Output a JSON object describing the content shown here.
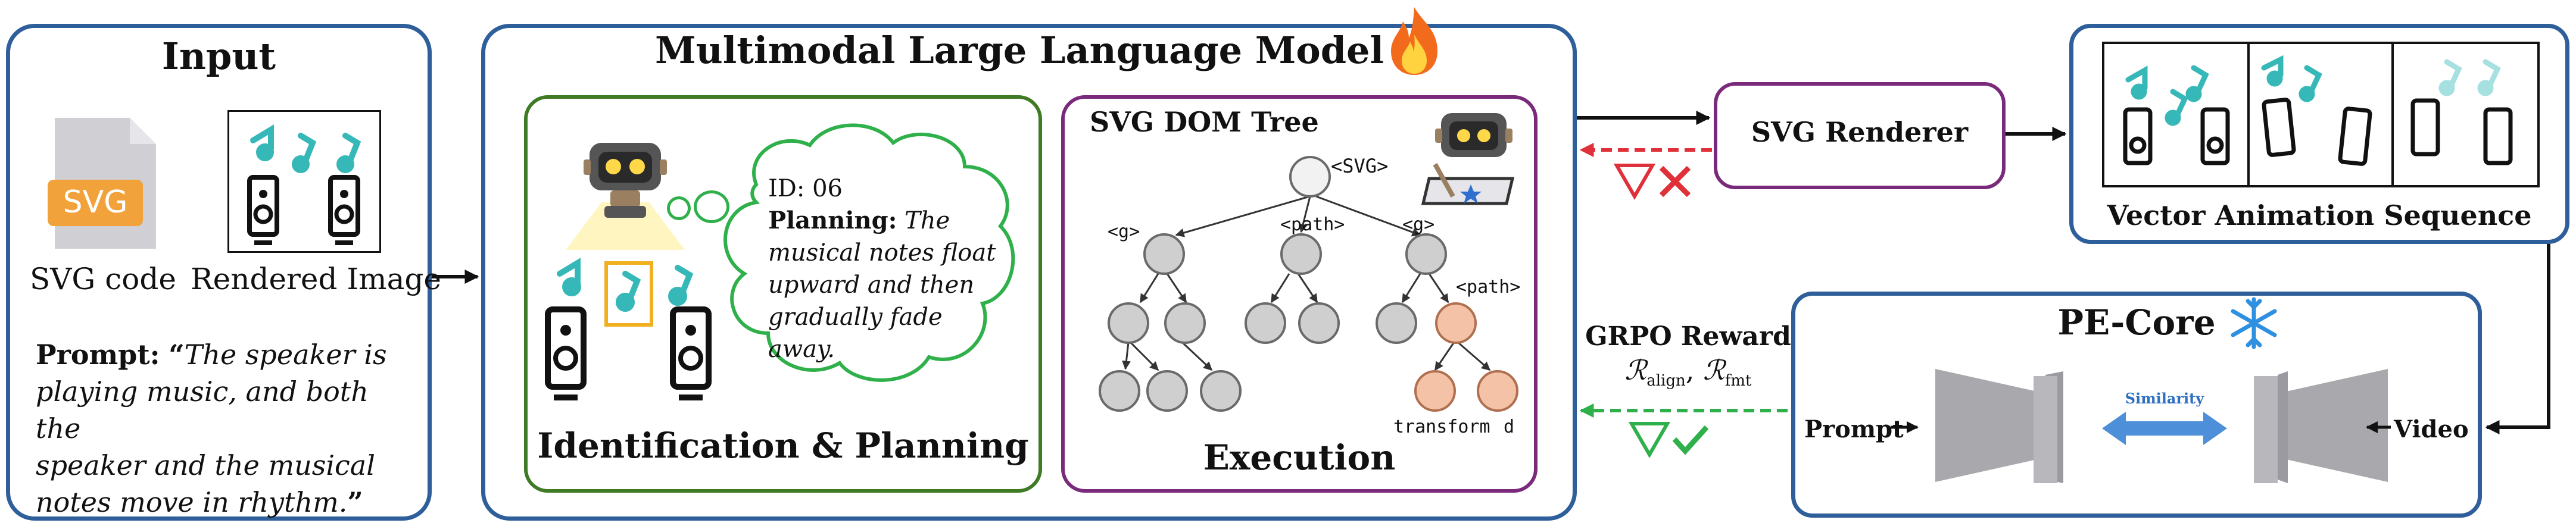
{
  "input": {
    "title": "Input",
    "svg_badge": "SVG",
    "svg_caption": "SVG code",
    "image_caption": "Rendered Image",
    "prompt_label": "Prompt:",
    "prompt_open_quote": "“",
    "prompt_lines": [
      "The speaker is",
      "playing music, and both the",
      "speaker and the musical",
      "notes move in rhythm."
    ],
    "prompt_close_quote": "”"
  },
  "mllm": {
    "title": "Multimodal Large Language Model",
    "planning": {
      "title": "Identification & Planning",
      "bubble_id": "ID: 06",
      "bubble_label": "Planning:",
      "bubble_lines": [
        "The",
        "musical notes float",
        "upward and then",
        "gradually fade away."
      ]
    },
    "execution": {
      "title": "Execution",
      "tree_title": "SVG DOM Tree",
      "root": "<SVG>",
      "level1": [
        "<g>",
        "<path>",
        "<g>"
      ],
      "path_tag": "<path>",
      "attr_left": "transform",
      "attr_right": "d"
    }
  },
  "renderer": {
    "label": "SVG Renderer"
  },
  "sequence": {
    "title": "Vector Animation Sequence"
  },
  "pecore": {
    "title": "PE-Core",
    "prompt": "Prompt",
    "video": "Video",
    "similarity": "Similarity"
  },
  "reward": {
    "title": "GRPO Reward",
    "formula_r1": "ℛ",
    "formula_sub1": "align",
    "formula_sep": ", ",
    "formula_r2": "ℛ",
    "formula_sub2": "fmt"
  },
  "colors": {
    "panel_border": "#2f5f9a",
    "green_panel": "#3f7a25",
    "purple_panel": "#7a2a7a",
    "teal_note": "#36b8b8",
    "red_arrow": "#e0303a",
    "green_arrow": "#2fb04a",
    "similarity_arrow": "#4d8fd8",
    "highlight_node": "#f4c2a6"
  }
}
